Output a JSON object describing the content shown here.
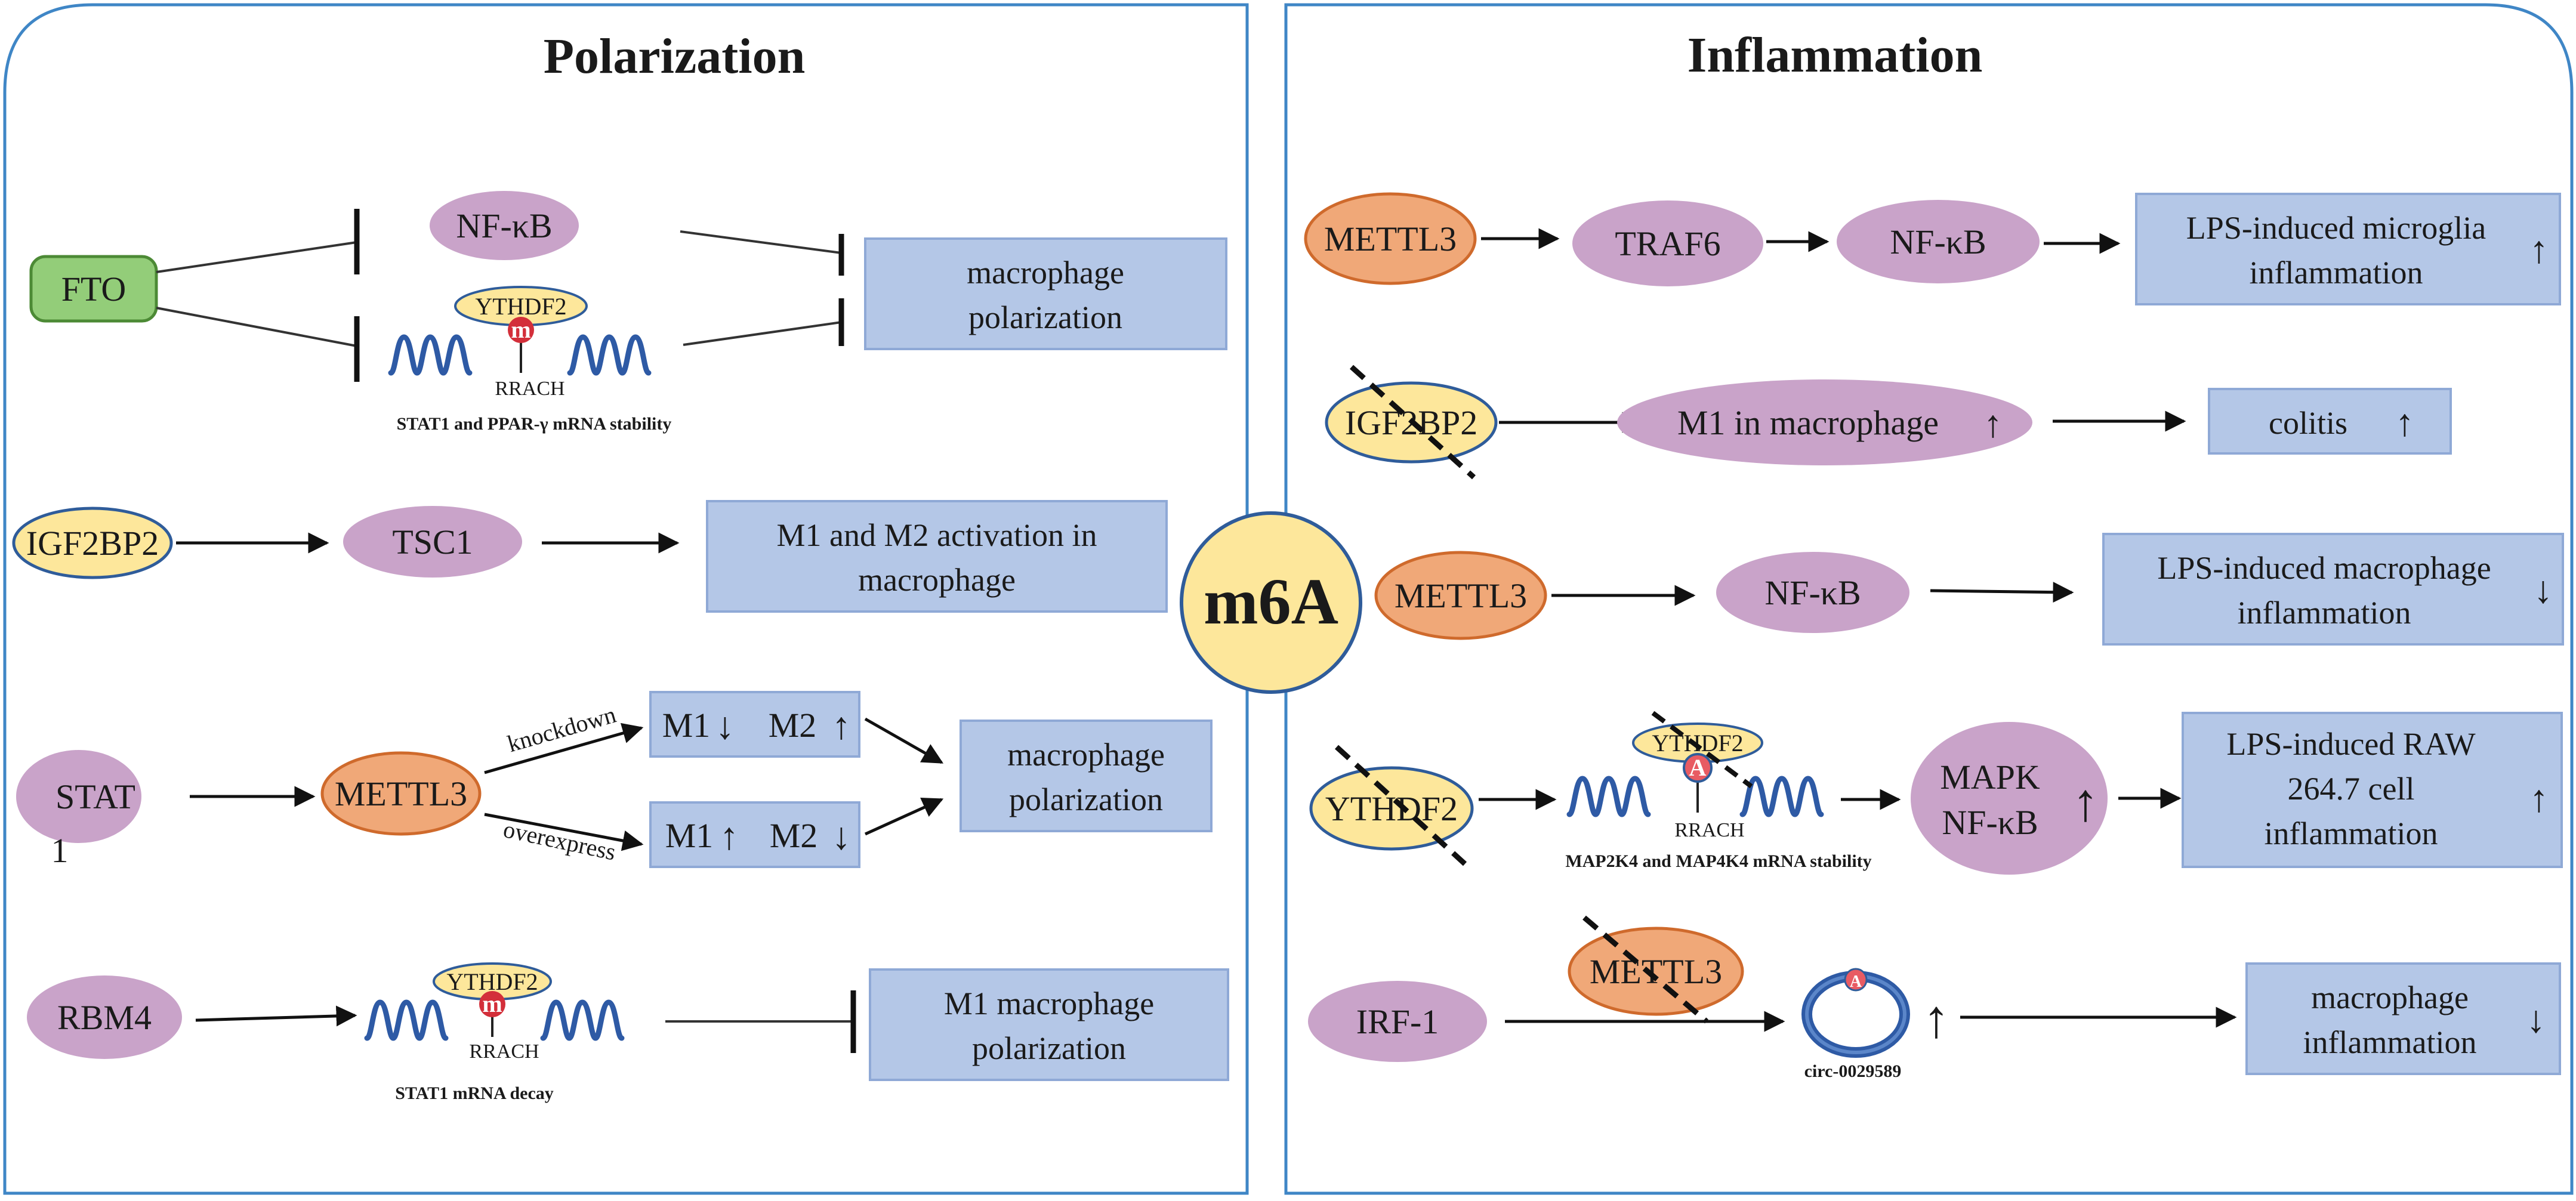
{
  "center": "m6A",
  "panels": {
    "left": {
      "title": "Polarization",
      "rows": [
        {
          "source": "FTO",
          "mediator": "NF-κB",
          "reader": "YTHDF2",
          "methyl_mark": "m",
          "motif": "RRACH",
          "caption": "STAT1 and PPAR-γ mRNA stability",
          "target_lines": [
            "macrophage",
            "polarization"
          ]
        },
        {
          "source": "IGF2BP2",
          "mediator": "TSC1",
          "target_lines": [
            "M1 and M2 activation in",
            "macrophage"
          ]
        },
        {
          "source_lines": [
            "STAT",
            "1"
          ],
          "mediator": "METTL3",
          "edge_labels": [
            "knockdown",
            "overexpress"
          ],
          "state_up": [
            "M1",
            "M2"
          ],
          "state_down": [
            "M1",
            "M2"
          ],
          "target_lines": [
            "macrophage",
            "polarization"
          ]
        },
        {
          "source": "RBM4",
          "reader": "YTHDF2",
          "methyl_mark": "m",
          "motif": "RRACH",
          "caption": "STAT1  mRNA decay",
          "target_lines": [
            "M1 macrophage",
            "polarization"
          ]
        }
      ]
    },
    "right": {
      "title": "Inflammation",
      "rows": [
        {
          "nodes": [
            "METTL3",
            "TRAF6",
            "NF-κB"
          ],
          "target_lines": [
            "LPS-induced microglia",
            "inflammation"
          ],
          "direction": "up"
        },
        {
          "source": "IGF2BP2",
          "middle": "M1 in macrophage",
          "target": "colitis",
          "direction": "up"
        },
        {
          "nodes": [
            "METTL3",
            "NF-κB"
          ],
          "target_lines": [
            "LPS-induced macrophage",
            "inflammation"
          ],
          "direction": "down"
        },
        {
          "source": "YTHDF2",
          "reader": "YTHDF2",
          "methyl_mark": "A",
          "motif": "RRACH",
          "caption": "MAP2K4 and MAP4K4 mRNA stability",
          "middle_lines": [
            "MAPK",
            "NF-κB"
          ],
          "target_lines": [
            "LPS-induced RAW",
            "264.7 cell",
            "inflammation"
          ],
          "direction": "up"
        },
        {
          "source": "IRF-1",
          "blocked": "METTL3",
          "circ_mark": "A",
          "circ_label": "circ-0029589",
          "target_lines": [
            "macrophage",
            "inflammation"
          ],
          "direction": "down"
        }
      ]
    }
  },
  "colors": {
    "panel_border": "#3f86c6",
    "lilac": "#c9a3c9",
    "orange": "#f0a878",
    "orange_stroke": "#cf6a2c",
    "yellow": "#fde79b",
    "yellow_stroke": "#2f5c9a",
    "green": "#93cd79",
    "green_stroke": "#4c8a35",
    "blue_box": "#b4c7e7",
    "blue_box_stroke": "#8fa9d6",
    "mrna": "#2e5aa5",
    "mark": "#d32f3a"
  }
}
